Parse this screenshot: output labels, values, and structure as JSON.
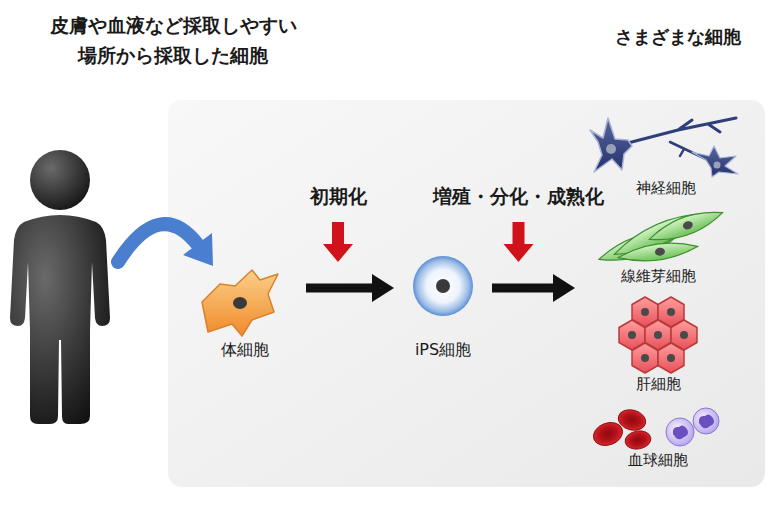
{
  "diagram": {
    "nodes": [
      {
        "text": [
          "体細胞"
        ]
      },
      {
        "text": [
          "iPS細胞"
        ]
      },
      {
        "text": [
          "さまざまな細胞"
        ]
      },
      {
        "text": [
          "神経細胞"
        ],
        "in": 2
      },
      {
        "text": [
          "線維芽細胞"
        ],
        "in": 2
      },
      {
        "text": [
          "肝細胞"
        ],
        "in": 2
      },
      {
        "text": [
          "血球細胞"
        ],
        "in": 2
      }
    ],
    "edges": [
      {
        "from": 0,
        "to": 1,
        "arrow": "to",
        "label": "初期化"
      },
      {
        "from": 1,
        "to": 2,
        "arrow": "to",
        "label": "増殖・分化・成熟化"
      }
    ],
    "labels": [
      "皮膚や血液など採取しやすい 場所から採取した細胞"
    ]
  }
}
